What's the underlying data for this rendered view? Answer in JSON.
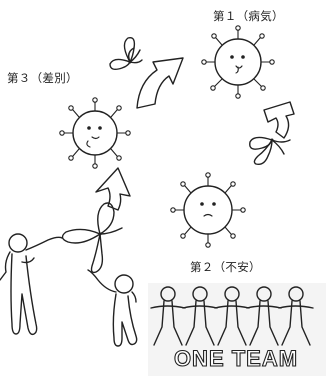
{
  "labels": {
    "first": "第１（病気）",
    "third": "第３（差別）",
    "second": "第２（不安）",
    "team": "ONE TEAM"
  },
  "icons": {
    "virus": "virus-icon",
    "scissors": "scissors-icon",
    "arrow": "curved-arrow-icon",
    "figure": "stick-figure-icon"
  },
  "colors": {
    "ink": "#222222",
    "background": "#ffffff"
  }
}
